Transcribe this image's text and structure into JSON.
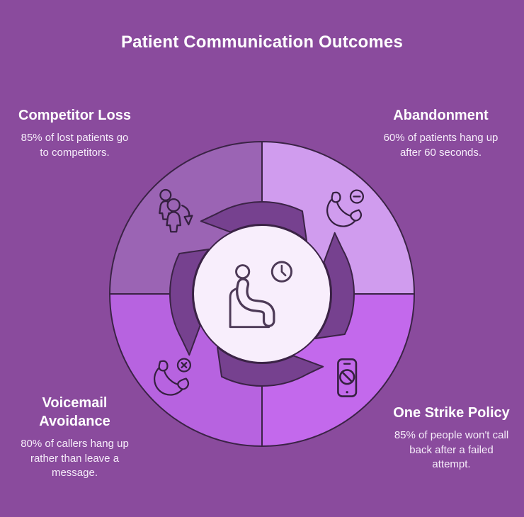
{
  "title": "Patient Communication Outcomes",
  "colors": {
    "background": "#8a4b9d",
    "title_text": "#ffffff",
    "body_text": "#f6edfa",
    "quadrant_top_left": "#9b64b4",
    "quadrant_top_right": "#d09cee",
    "quadrant_bottom_left": "#b763e0",
    "quadrant_bottom_right": "#c369ec",
    "ring": "#76418f",
    "center_circle": "#f8eefc",
    "outline": "#3b2346",
    "icon_stroke": "#352040",
    "center_icon_stroke": "#4d3a57"
  },
  "sections": [
    {
      "id": "competitor-loss",
      "position": "top-left",
      "heading": "Competitor Loss",
      "body": "85% of lost patients go\nto competitors.",
      "icon": "patients-leaving-icon"
    },
    {
      "id": "abandonment",
      "position": "top-right",
      "heading": "Abandonment",
      "body": "60% of patients hang up\nafter 60 seconds.",
      "icon": "call-hangup-icon"
    },
    {
      "id": "voicemail-avoidance",
      "position": "bottom-left",
      "heading": "Voicemail\nAvoidance",
      "body": "80% of callers hang up\nrather than leave a\nmessage.",
      "icon": "call-declined-icon"
    },
    {
      "id": "one-strike-policy",
      "position": "bottom-right",
      "heading": "One Strike Policy",
      "body": "85% of people won't call\nback after a failed\nattempt.",
      "icon": "phone-blocked-icon"
    }
  ],
  "center": {
    "icon": "waiting-patient-with-clock-icon"
  }
}
